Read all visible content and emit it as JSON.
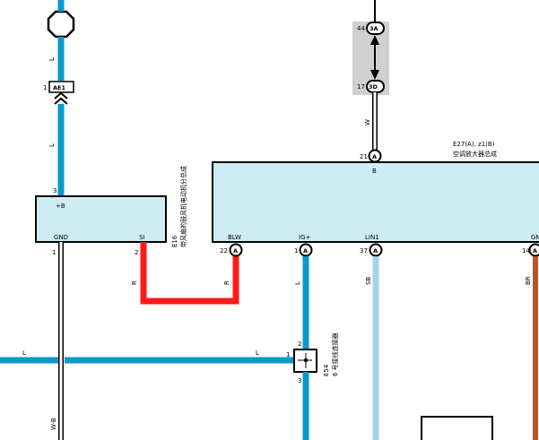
{
  "colors": {
    "blue_wire": "#0a9ac9",
    "light_blue_wire": "#9fd6ec",
    "red_wire": "#ff1a1a",
    "brown_wire": "#b5552e",
    "component_fill": "#cdedf3",
    "gray_block": "#d0d0d0",
    "black": "#000000",
    "white_wire": "#ffffff"
  },
  "top_connector": {
    "pin": "1",
    "name": "AE1",
    "wire_color_1": "L",
    "wire_color_2": "L"
  },
  "blower_module": {
    "label": "E16\n带风扇的鼓风机电动机分总成",
    "vertical_text": "带风扇的鼓风机电动机分总成",
    "code": "E16",
    "pin_top": "3",
    "pin_top_name": "+B",
    "pin_gnd_name": "GND",
    "pin_si_name": "SI",
    "pin_gnd": "1",
    "pin_si": "2",
    "wire_si": "R",
    "wire_gnd": "W-B"
  },
  "junction_block": {
    "pin_top": "44",
    "conn_top": "3A",
    "pin_bottom": "17",
    "conn_bottom": "3D",
    "wire_below": "W"
  },
  "amplifier": {
    "code": "E27(A), z1(B)",
    "name": "空调放大器总成",
    "pin_top": "21",
    "pin_top_conn": "A",
    "pin_top_name": "B",
    "pins": [
      {
        "name": "BLW",
        "pin": "22",
        "conn": "A",
        "wire": "R"
      },
      {
        "name": "IG+",
        "pin": "1",
        "conn": "A",
        "wire": "L"
      },
      {
        "name": "LIN1",
        "pin": "37",
        "conn": "A",
        "wire": "SB"
      },
      {
        "name": "GN",
        "pin": "14",
        "conn": "A",
        "wire": "BR"
      }
    ]
  },
  "joint_connector": {
    "code": "E54",
    "name": "6 号接线连接器",
    "pin_left": "1",
    "pin_top": "2",
    "pin_bottom": "3"
  },
  "horizontal_wire": {
    "left_label": "L",
    "right_label": "L"
  }
}
